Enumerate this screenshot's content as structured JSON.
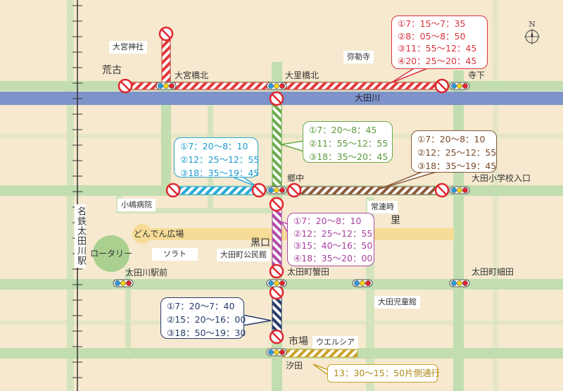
{
  "labels": {
    "omiya_shrine": "大宮神社",
    "araco": "荒古",
    "omiya_bashi_kita": "大宮橋北",
    "osato_bashi_kita": "大里橋北",
    "miroku_ji": "弥勒寺",
    "tera_shita": "寺下",
    "river": "大田川",
    "go_naka": "郷中",
    "ota_elementary_entrance": "大田小学校入口",
    "kojima_hospital": "小嶋病院",
    "joren_ji": "常連時",
    "sato": "里",
    "donden_plaza": "どんでん広場",
    "kuroguchi": "黒口",
    "rotary": "ロータリー",
    "sorato": "ソラト",
    "community_hall": "大田町公民館",
    "station": "名鉄太田川駅",
    "station_front": "太田川駅前",
    "kanida": "太田町蟹田",
    "hosoda": "太田町細田",
    "children_hall": "大田児童館",
    "ichiba": "市場",
    "welcia": "ウエルシア",
    "shioda": "汐田",
    "north": "N"
  },
  "callouts": {
    "red": {
      "color": "#d9323c",
      "lines": [
        "①7：15〜7：35",
        "②8：05〜8：50",
        "③11：55〜12：45",
        "④20：25〜20：45"
      ]
    },
    "green": {
      "color": "#6aaa4a",
      "lines": [
        "①7：20〜8：45",
        "②11：55〜12：55",
        "③18：35〜20：45"
      ]
    },
    "cyan": {
      "color": "#2aa7d6",
      "lines": [
        "①7：20〜8：10",
        "②12：25〜12：55",
        "③18：35〜19：45"
      ]
    },
    "brown": {
      "color": "#8a5a3a",
      "lines": [
        "①7：20〜8：10",
        "②12：25〜12：55",
        "③18：35〜19：45"
      ]
    },
    "magenta": {
      "color": "#b04aa6",
      "lines": [
        "①7：20〜8：10",
        "②12：25〜12：55",
        "③15：40〜16：50",
        "④18：35〜20：00"
      ]
    },
    "navy": {
      "color": "#263a6a",
      "lines": [
        "①7：20〜7：40",
        "②15：20〜16：00",
        "③18：50〜19：30"
      ]
    },
    "gold": {
      "color": "#c9a22a",
      "lines": [
        "13：30〜15：50片側通行"
      ]
    }
  },
  "colors": {
    "road": "#c2ddb0",
    "river": "#7d93c9",
    "plaza": "#f6dc96",
    "background": "#f6e9cf"
  }
}
